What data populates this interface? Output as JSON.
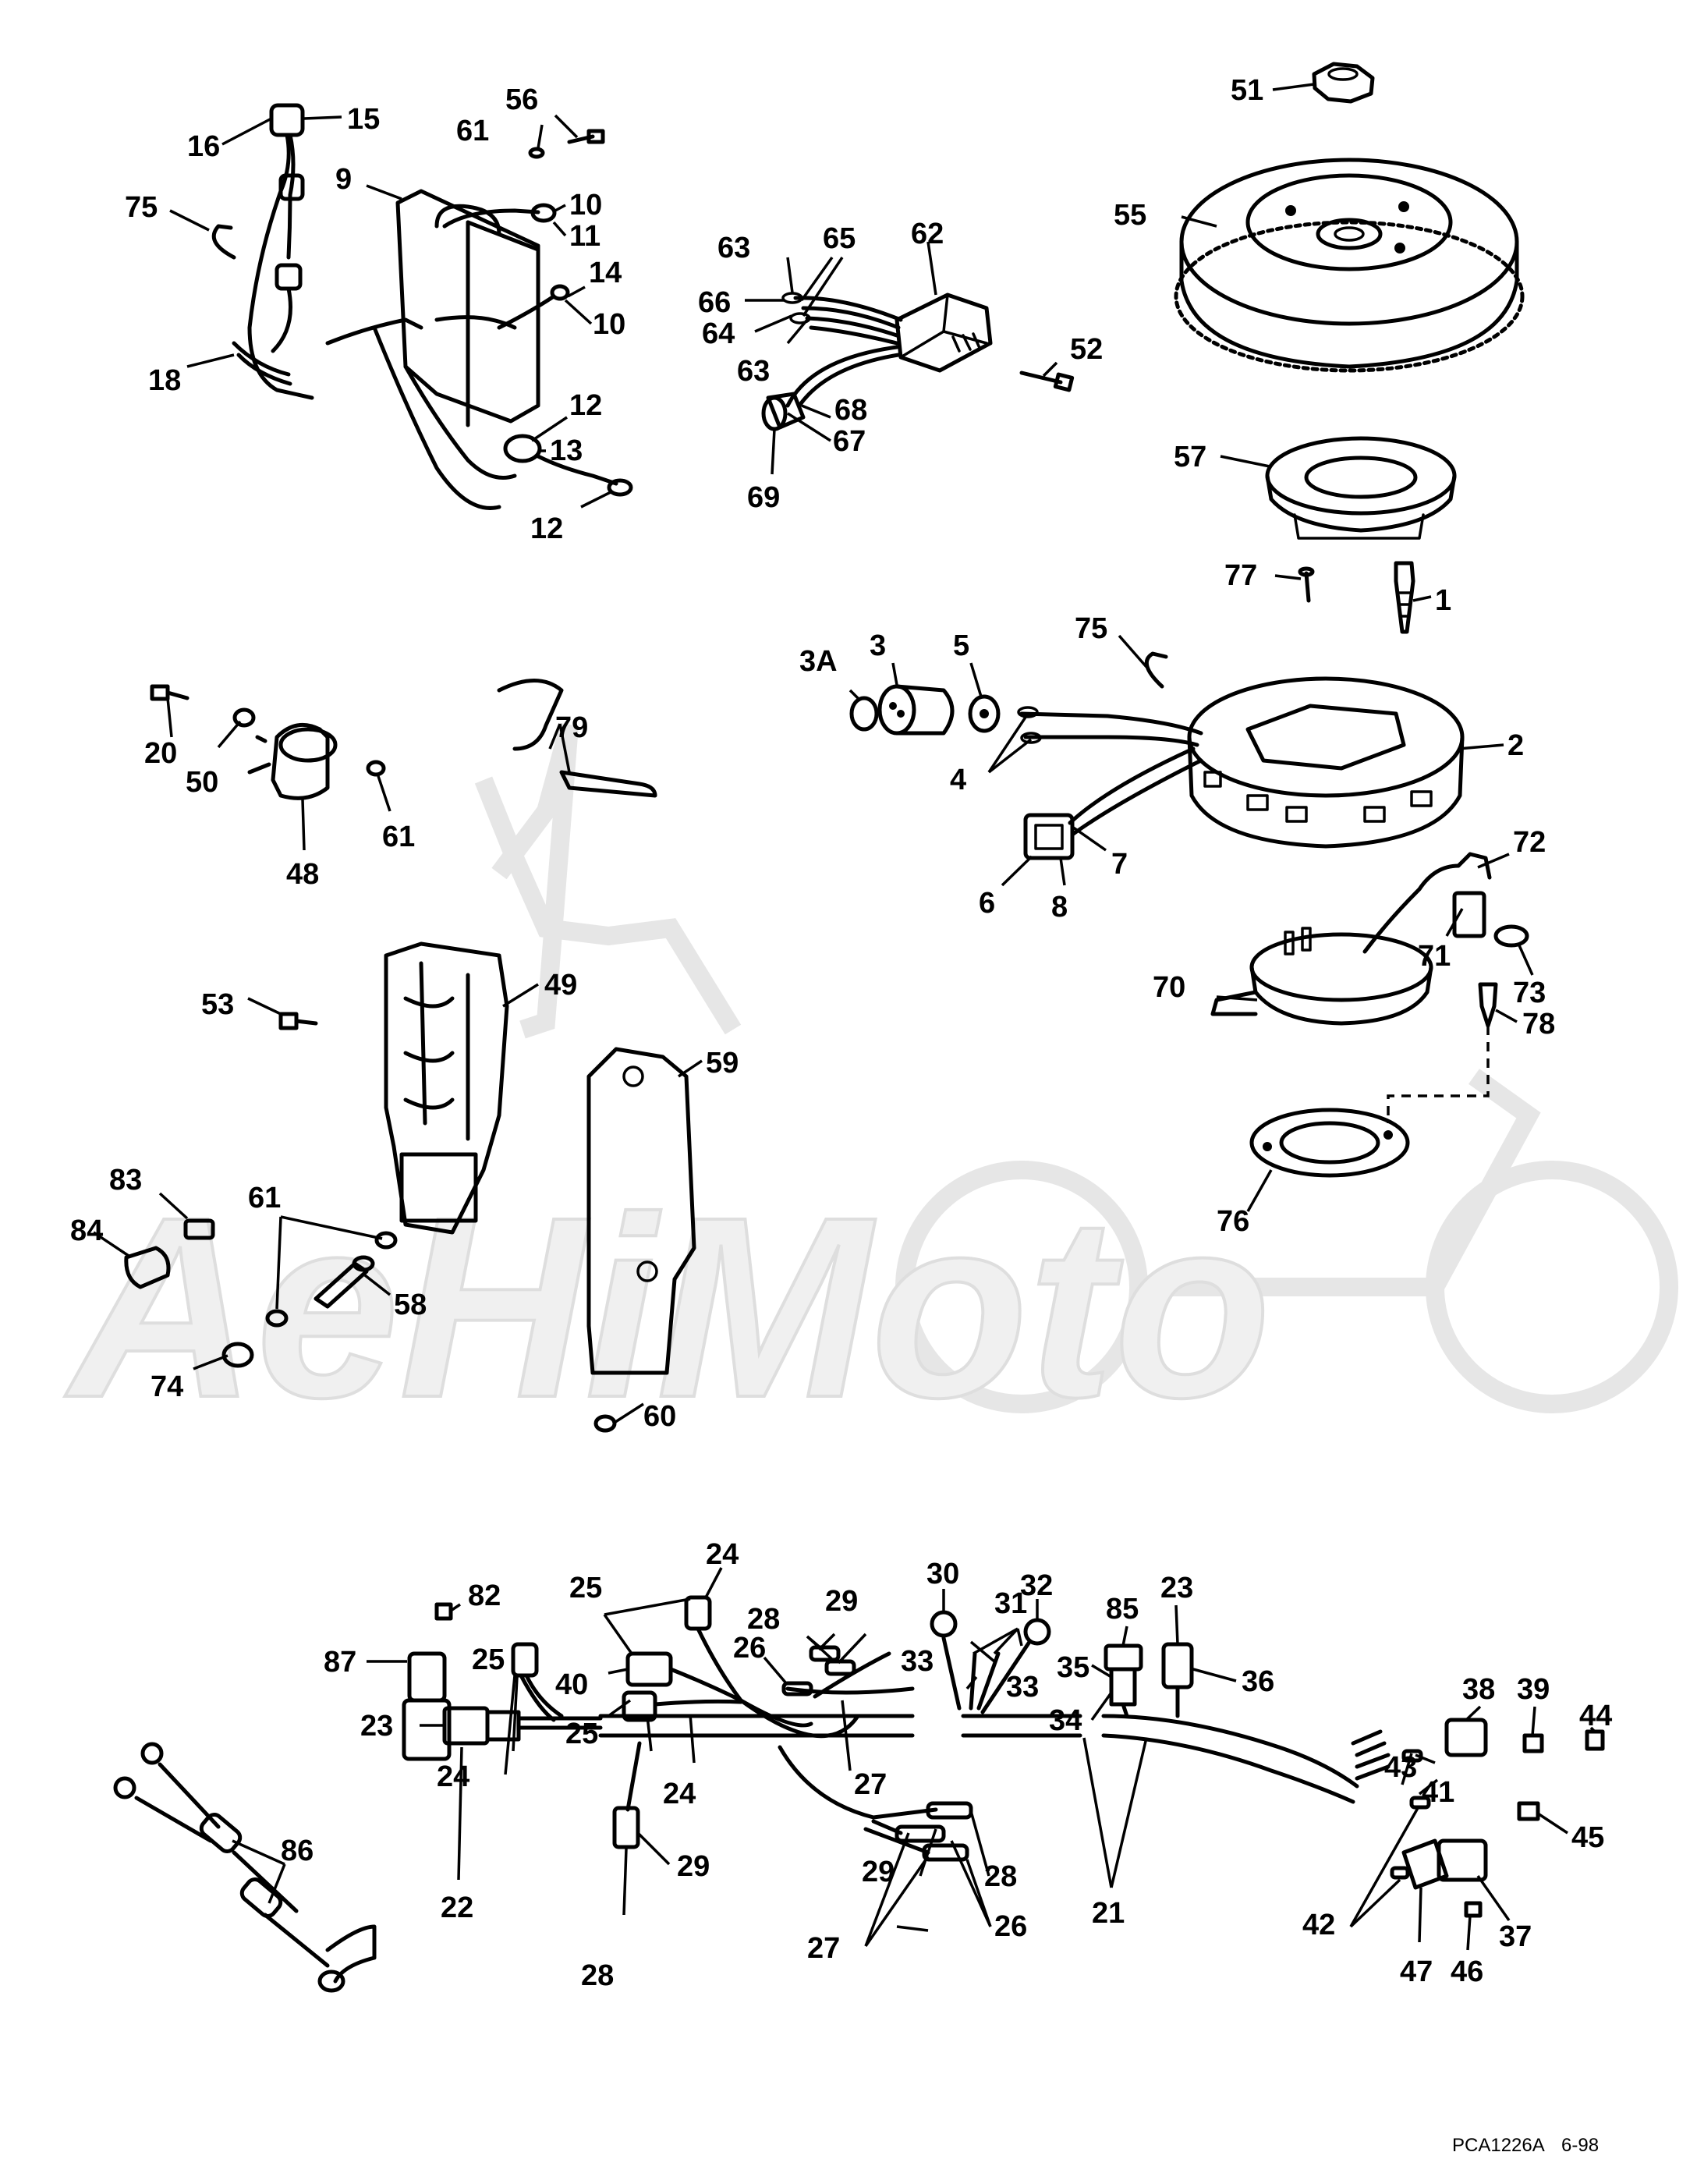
{
  "watermark_text": "AeHiMoto",
  "footer": {
    "code": "PCA1226A",
    "date": "6-98"
  },
  "callouts": {
    "c1": "1",
    "c2": "2",
    "c3": "3",
    "c3a": "3A",
    "c4": "4",
    "c5": "5",
    "c6": "6",
    "c7": "7",
    "c8": "8",
    "c9": "9",
    "c10a": "10",
    "c10b": "10",
    "c11": "11",
    "c12a": "12",
    "c12b": "12",
    "c13": "13",
    "c14": "14",
    "c15": "15",
    "c16": "16",
    "c18": "18",
    "c20": "20",
    "c21": "21",
    "c22": "22",
    "c23a": "23",
    "c23b": "23",
    "c24a": "24",
    "c24b": "24",
    "c24c": "24",
    "c25a": "25",
    "c25b": "25",
    "c25c": "25",
    "c26a": "26",
    "c26b": "26",
    "c27a": "27",
    "c27b": "27",
    "c28a": "28",
    "c28b": "28",
    "c28c": "28",
    "c29a": "29",
    "c29b": "29",
    "c29c": "29",
    "c30": "30",
    "c31": "31",
    "c32": "32",
    "c33a": "33",
    "c33b": "33",
    "c34": "34",
    "c35": "35",
    "c36": "36",
    "c37": "37",
    "c38": "38",
    "c39": "39",
    "c40": "40",
    "c41": "41",
    "c42": "42",
    "c43": "43",
    "c44": "44",
    "c45": "45",
    "c46": "46",
    "c47": "47",
    "c48": "48",
    "c49": "49",
    "c50": "50",
    "c51": "51",
    "c52": "52",
    "c53": "53",
    "c55": "55",
    "c56": "56",
    "c57": "57",
    "c58": "58",
    "c59": "59",
    "c60": "60",
    "c61a": "61",
    "c61b": "61",
    "c61c": "61",
    "c62": "62",
    "c63a": "63",
    "c63b": "63",
    "c64": "64",
    "c65": "65",
    "c66": "66",
    "c67": "67",
    "c68": "68",
    "c69": "69",
    "c70": "70",
    "c71": "71",
    "c72": "72",
    "c73": "73",
    "c74": "74",
    "c75a": "75",
    "c75b": "75",
    "c76": "76",
    "c77": "77",
    "c78": "78",
    "c79": "79",
    "c82": "82",
    "c83": "83",
    "c84": "84",
    "c85": "85",
    "c86": "86",
    "c87": "87"
  }
}
